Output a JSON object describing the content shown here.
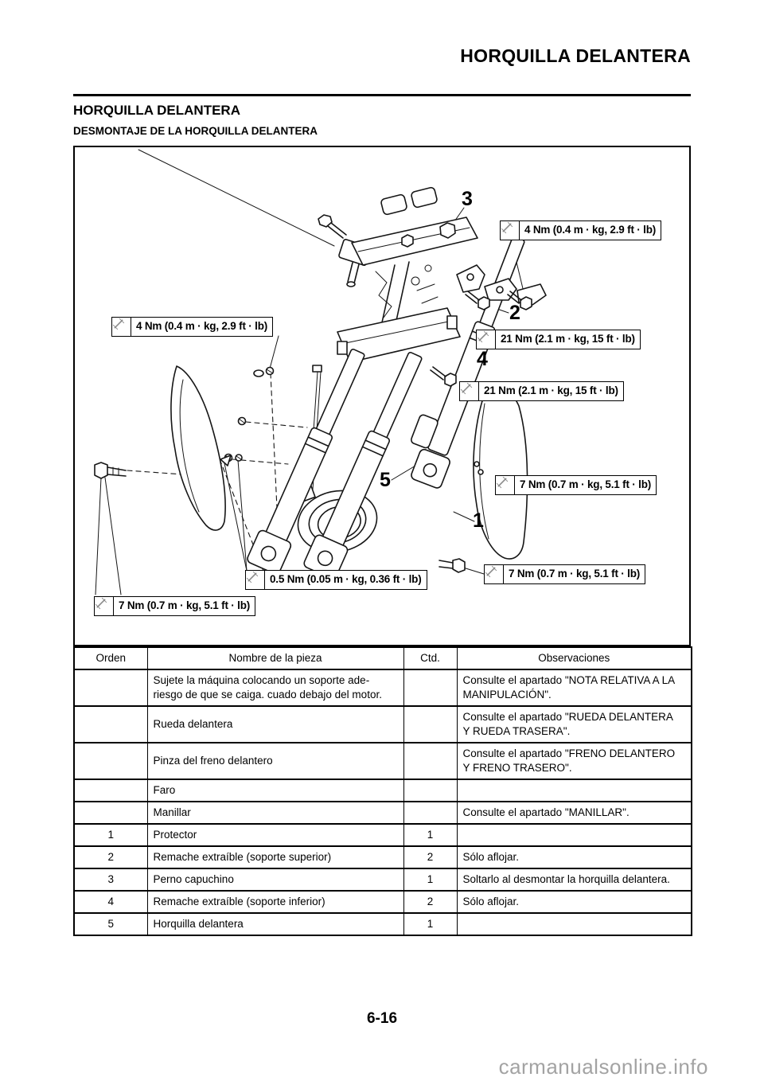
{
  "page": {
    "header_title": "HORQUILLA DELANTERA",
    "section_title": "HORQUILLA DELANTERA",
    "subsection_title": "DESMONTAJE DE LA HORQUILLA DELANTERA",
    "page_number": "6-16",
    "watermark": "carmanualsonline.info"
  },
  "diagram": {
    "callouts": [
      {
        "icon": "torque-wrench-icon",
        "text": "4 Nm (0.4 m · kg, 2.9 ft · lb)"
      },
      {
        "icon": "torque-wrench-icon",
        "text": "4 Nm (0.4 m · kg, 2.9 ft · lb)"
      },
      {
        "icon": "torque-wrench-icon",
        "text": "21 Nm (2.1 m · kg, 15 ft · lb)"
      },
      {
        "icon": "torque-wrench-icon",
        "text": "21 Nm (2.1 m · kg, 15 ft · lb)"
      },
      {
        "icon": "torque-wrench-icon",
        "text": "7 Nm (0.7 m · kg, 5.1 ft · lb)"
      },
      {
        "icon": "torque-wrench-icon",
        "text": "0.5 Nm (0.05 m · kg, 0.36 ft · lb)"
      },
      {
        "icon": "torque-wrench-icon",
        "text": "7 Nm (0.7 m · kg, 5.1 ft · lb)"
      },
      {
        "icon": "torque-wrench-icon",
        "text": "7 Nm (0.7 m · kg, 5.1 ft · lb)"
      }
    ],
    "part_labels": [
      {
        "num": "3"
      },
      {
        "num": "2"
      },
      {
        "num": "4"
      },
      {
        "num": "5"
      },
      {
        "num": "1"
      }
    ]
  },
  "table": {
    "headers": [
      "Orden",
      "Nombre de la pieza",
      "Ctd.",
      "Observaciones"
    ],
    "rows": [
      {
        "orden": "",
        "nombre": "Sujete la máquina colocando un soporte ade-\nriesgo de que se caiga. cuado debajo del motor.",
        "ctd": "",
        "obs": "Consulte el apartado \"NOTA RELATIVA A LA\nMANIPULACIÓN\"."
      },
      {
        "orden": "",
        "nombre": "Rueda delantera",
        "ctd": "",
        "obs": "Consulte el apartado \"RUEDA DELANTERA\nY RUEDA TRASERA\"."
      },
      {
        "orden": "",
        "nombre": "Pinza del freno delantero",
        "ctd": "",
        "obs": "Consulte el apartado \"FRENO DELANTERO\nY FRENO TRASERO\"."
      },
      {
        "orden": "",
        "nombre": "Faro",
        "ctd": "",
        "obs": ""
      },
      {
        "orden": "",
        "nombre": "Manillar",
        "ctd": "",
        "obs": "Consulte el apartado \"MANILLAR\"."
      },
      {
        "orden": "1",
        "nombre": "Protector",
        "ctd": "1",
        "obs": ""
      },
      {
        "orden": "2",
        "nombre": "Remache extraíble (soporte superior)",
        "ctd": "2",
        "obs": "Sólo aflojar."
      },
      {
        "orden": "3",
        "nombre": "Perno capuchino",
        "ctd": "1",
        "obs": "Soltarlo al desmontar la horquilla delantera."
      },
      {
        "orden": "4",
        "nombre": "Remache extraíble (soporte inferior)",
        "ctd": "2",
        "obs": "Sólo aflojar."
      },
      {
        "orden": "5",
        "nombre": "Horquilla delantera",
        "ctd": "1",
        "obs": ""
      }
    ]
  }
}
